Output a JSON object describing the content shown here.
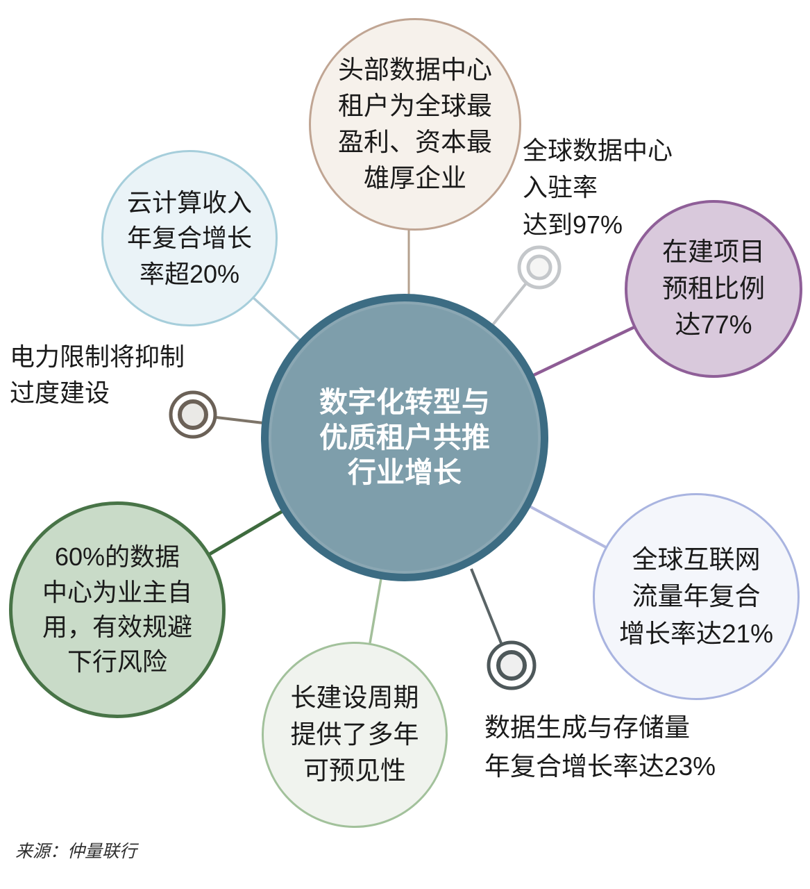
{
  "title_hub": {
    "label": "数字化转型与\n优质租户共推\n行业增长"
  },
  "nodes": {
    "tenants": {
      "label": "头部数据中心\n租户为全球最\n盈利、资本最\n雄厚企业",
      "shape": "circle",
      "fill": "#f6f1eb",
      "border": "#c0a593"
    },
    "cloud": {
      "label": "云计算收入\n年复合增长\n率超20%",
      "shape": "circle",
      "fill": "#eaf3f7",
      "border": "#a6cedb"
    },
    "occupancy": {
      "label": "全球数据中心\n入驻率\n达到97%",
      "shape": "text-with-ring-marker",
      "marker_color": "#c4c7ca"
    },
    "prelease": {
      "label": "在建项目\n预租比例\n达77%",
      "shape": "circle",
      "fill": "#d9c9dc",
      "border": "#8f5f98"
    },
    "internet": {
      "label": "全球互联网\n流量年复合\n增长率达21%",
      "shape": "circle",
      "fill": "#f4f6fb",
      "border": "#a9b4e0"
    },
    "datagen": {
      "label": "数据生成与存储量\n年复合增长率达23%",
      "shape": "text-with-ring-marker",
      "marker_color": "#4e585a"
    },
    "construction": {
      "label": "长建设周期\n提供了多年\n可预见性",
      "shape": "circle",
      "fill": "#f0f3ee",
      "border": "#a2c19b"
    },
    "owner": {
      "label": "60%的数据\n中心为业主自\n用，有效规避\n下行风险",
      "shape": "circle",
      "fill": "#c9dbc8",
      "border": "#487447"
    },
    "power": {
      "label": "电力限制将抑制\n过度建设",
      "shape": "text-with-ring-marker",
      "marker_color": "#6b6157"
    }
  },
  "source": "来源：仲量联行",
  "colors": {
    "hub_fill": "#7e9eab",
    "hub_border": "#3c6c83",
    "hub_text": "#ffffff",
    "line_tan": "#b5a08e",
    "line_lightblue": "#aecbd7",
    "line_gray": "#c0c3c6",
    "line_purple": "#8e5c95",
    "line_periwinkle": "#b3b9e0",
    "line_darkslate": "#5a6466",
    "line_green": "#a3bf9a",
    "line_darkgreen": "#3e6b3e",
    "line_brown": "#7d7468",
    "text": "#1a1a1a"
  }
}
